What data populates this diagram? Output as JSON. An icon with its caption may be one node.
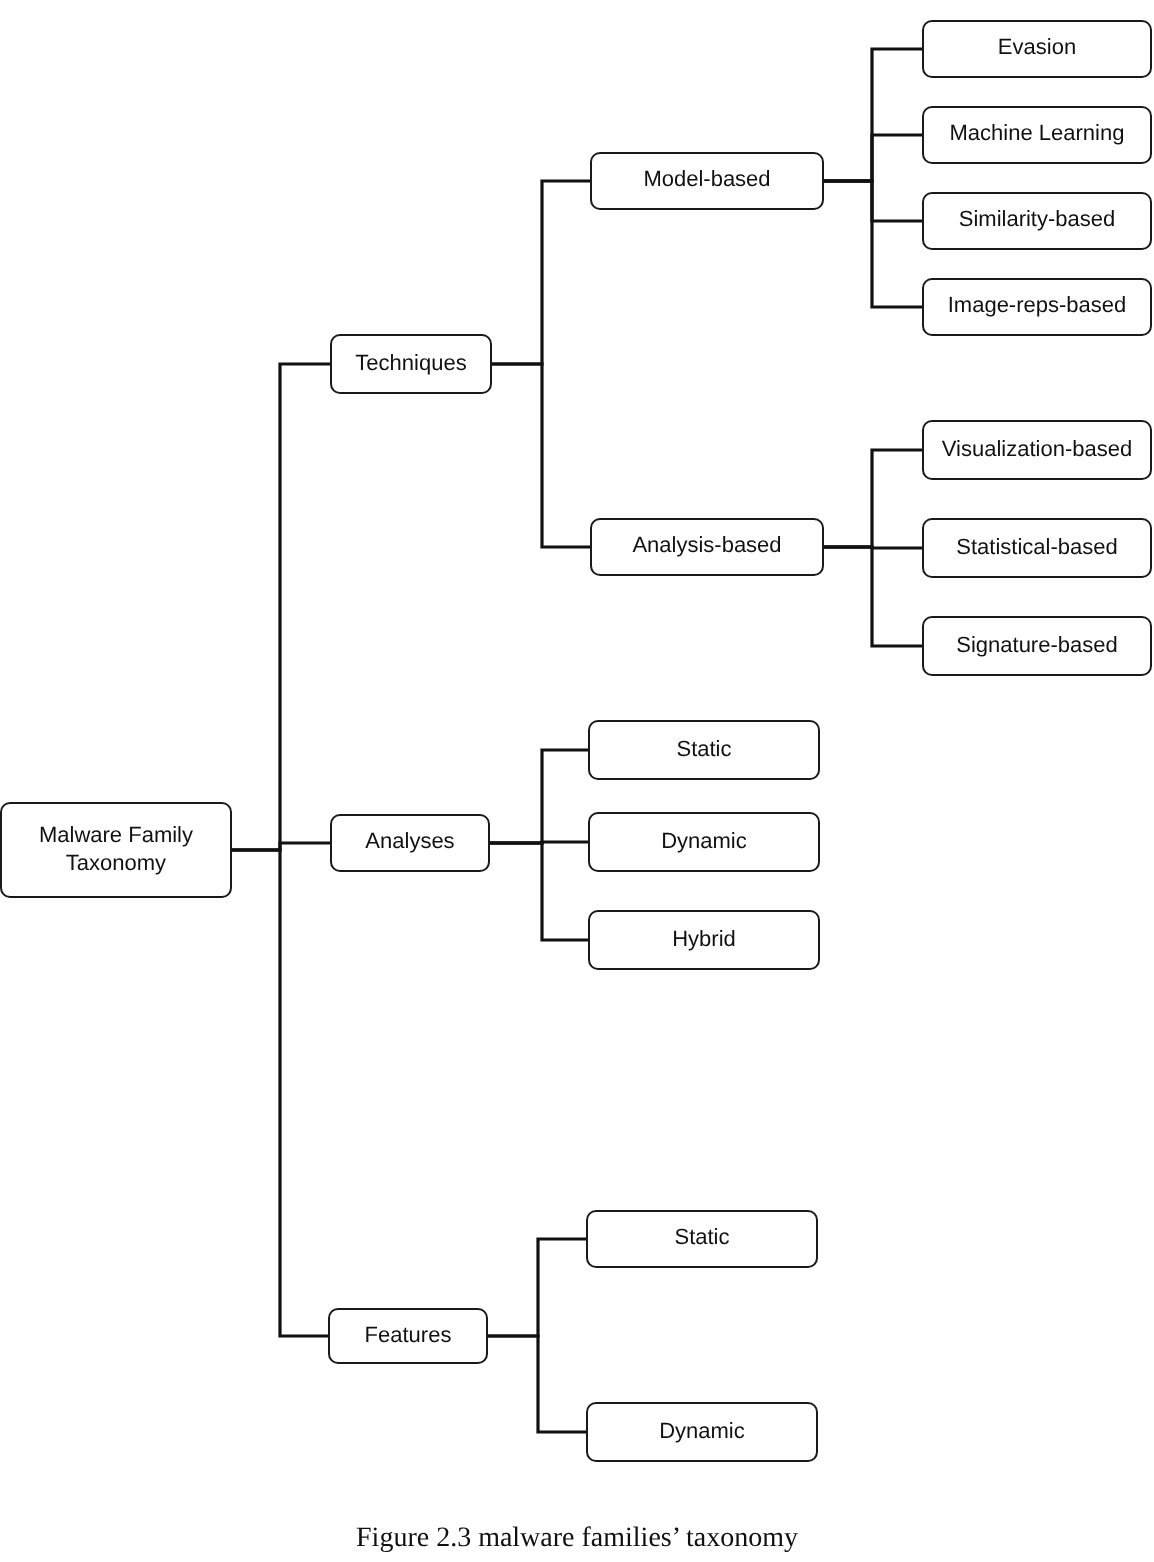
{
  "diagram": {
    "caption": "Figure 2.3 malware families’ taxonomy",
    "nodes": [
      {
        "text": [
          "Malware Family Taxonomy"
        ]
      },
      {
        "text": [
          "Techniques"
        ]
      },
      {
        "text": [
          "Model-based"
        ]
      },
      {
        "text": [
          "Evasion"
        ]
      },
      {
        "text": [
          "Machine Learning"
        ]
      },
      {
        "text": [
          "Similarity-based"
        ]
      },
      {
        "text": [
          "Image-reps-based"
        ]
      },
      {
        "text": [
          "Analysis-based"
        ]
      },
      {
        "text": [
          "Visualization-based"
        ]
      },
      {
        "text": [
          "Statistical-based"
        ]
      },
      {
        "text": [
          "Signature-based"
        ]
      },
      {
        "text": [
          "Analyses"
        ]
      },
      {
        "text": [
          "Static"
        ]
      },
      {
        "text": [
          "Dynamic"
        ]
      },
      {
        "text": [
          "Hybrid"
        ]
      },
      {
        "text": [
          "Features"
        ]
      },
      {
        "text": [
          "Static"
        ]
      },
      {
        "text": [
          "Dynamic"
        ]
      }
    ],
    "edges": [
      {
        "from": 0,
        "to": 1,
        "arrow": "none"
      },
      {
        "from": 0,
        "to": 11,
        "arrow": "none"
      },
      {
        "from": 0,
        "to": 15,
        "arrow": "none"
      },
      {
        "from": 1,
        "to": 2,
        "arrow": "none"
      },
      {
        "from": 1,
        "to": 7,
        "arrow": "none"
      },
      {
        "from": 2,
        "to": 3,
        "arrow": "none"
      },
      {
        "from": 2,
        "to": 4,
        "arrow": "none"
      },
      {
        "from": 2,
        "to": 5,
        "arrow": "none"
      },
      {
        "from": 2,
        "to": 6,
        "arrow": "none"
      },
      {
        "from": 7,
        "to": 8,
        "arrow": "none"
      },
      {
        "from": 7,
        "to": 9,
        "arrow": "none"
      },
      {
        "from": 7,
        "to": 10,
        "arrow": "none"
      },
      {
        "from": 11,
        "to": 12,
        "arrow": "none"
      },
      {
        "from": 11,
        "to": 13,
        "arrow": "none"
      },
      {
        "from": 11,
        "to": 14,
        "arrow": "none"
      },
      {
        "from": 15,
        "to": 16,
        "arrow": "none"
      },
      {
        "from": 15,
        "to": 17,
        "arrow": "none"
      }
    ]
  }
}
